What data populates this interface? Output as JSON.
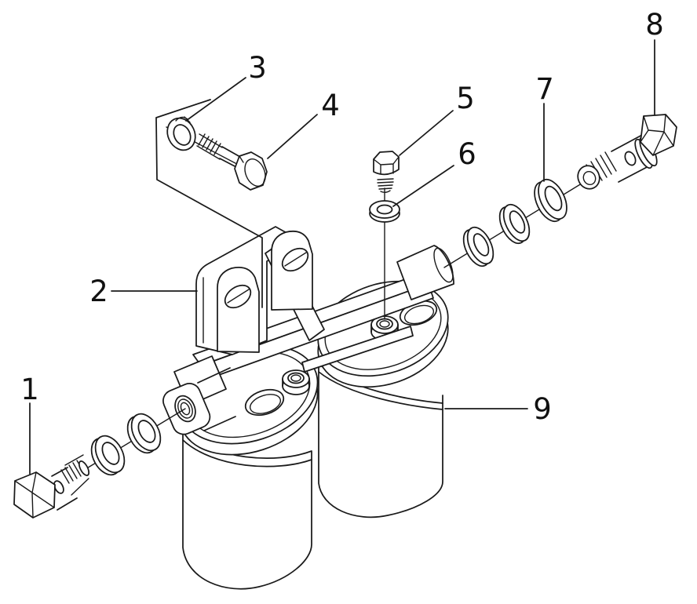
{
  "figure": {
    "kind": "exploded-parts-diagram",
    "description": "line-art exploded view of a twin-canister fuel filter assembly",
    "background_color": "#ffffff",
    "line_color": "#1a1a1a"
  },
  "callouts": [
    {
      "text": "1",
      "part": "banjo-eye-bolt-inlet"
    },
    {
      "text": "2",
      "part": "mounting-bracket"
    },
    {
      "text": "3",
      "part": "spring-lock-washer"
    },
    {
      "text": "4",
      "part": "hex-bolt"
    },
    {
      "text": "5",
      "part": "hex-plug-bolt"
    },
    {
      "text": "6",
      "part": "plain-washer"
    },
    {
      "text": "7",
      "part": "sealing-washers"
    },
    {
      "text": "8",
      "part": "banjo-eye-bolt-outlet"
    },
    {
      "text": "9",
      "part": "filter-canister"
    }
  ]
}
